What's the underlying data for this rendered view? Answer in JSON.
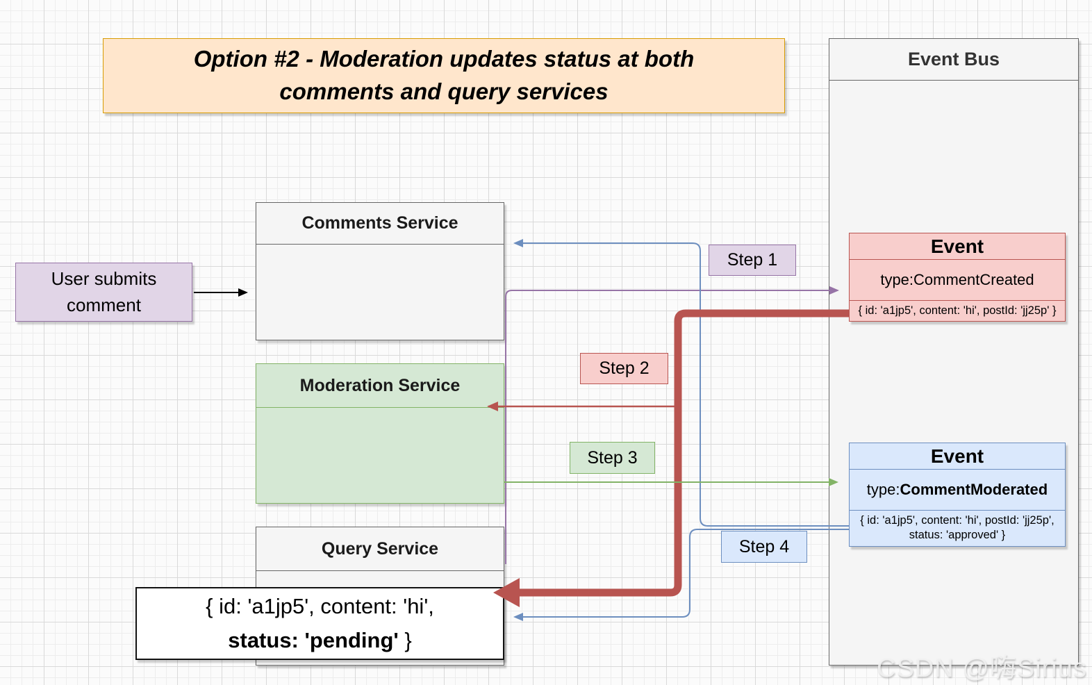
{
  "title": {
    "line1": "Option #2 - Moderation updates status at both",
    "line2": "comments and query services"
  },
  "event_bus": {
    "title": "Event Bus"
  },
  "services": {
    "comments": {
      "title": "Comments Service"
    },
    "moderation": {
      "title": "Moderation Service"
    },
    "query": {
      "title": "Query Service"
    }
  },
  "user_note": {
    "text": "User submits comment"
  },
  "query_record": {
    "line1": "{ id: 'a1jp5', content: 'hi',",
    "bold_part": "status: 'pending'",
    "suffix": " }"
  },
  "events": {
    "created": {
      "title": "Event",
      "type_label": "type: ",
      "type_value": "CommentCreated",
      "payload": "{ id: 'a1jp5', content: 'hi', postId: 'jj25p' }"
    },
    "moderated": {
      "title": "Event",
      "type_label": "type: ",
      "type_value": "CommentModerated",
      "payload": "{ id: 'a1jp5', content: 'hi', postId: 'jj25p', status: 'approved' }"
    }
  },
  "steps": {
    "step1": "Step 1",
    "step2": "Step 2",
    "step3": "Step 3",
    "step4": "Step 4"
  },
  "watermark": "CSDN @嗨Sirius",
  "colors": {
    "purple": "#9673a6",
    "purple_fill": "#e1d5e7",
    "red": "#b85450",
    "red_fill": "#f8cecc",
    "green": "#82b366",
    "green_fill": "#d5e8d4",
    "blue": "#6c8ebf",
    "blue_fill": "#dae8fc",
    "orange": "#d79b00",
    "orange_fill": "#ffe6cc",
    "gray_border": "#666666",
    "gray_fill": "#f5f5f5",
    "black": "#000000"
  }
}
